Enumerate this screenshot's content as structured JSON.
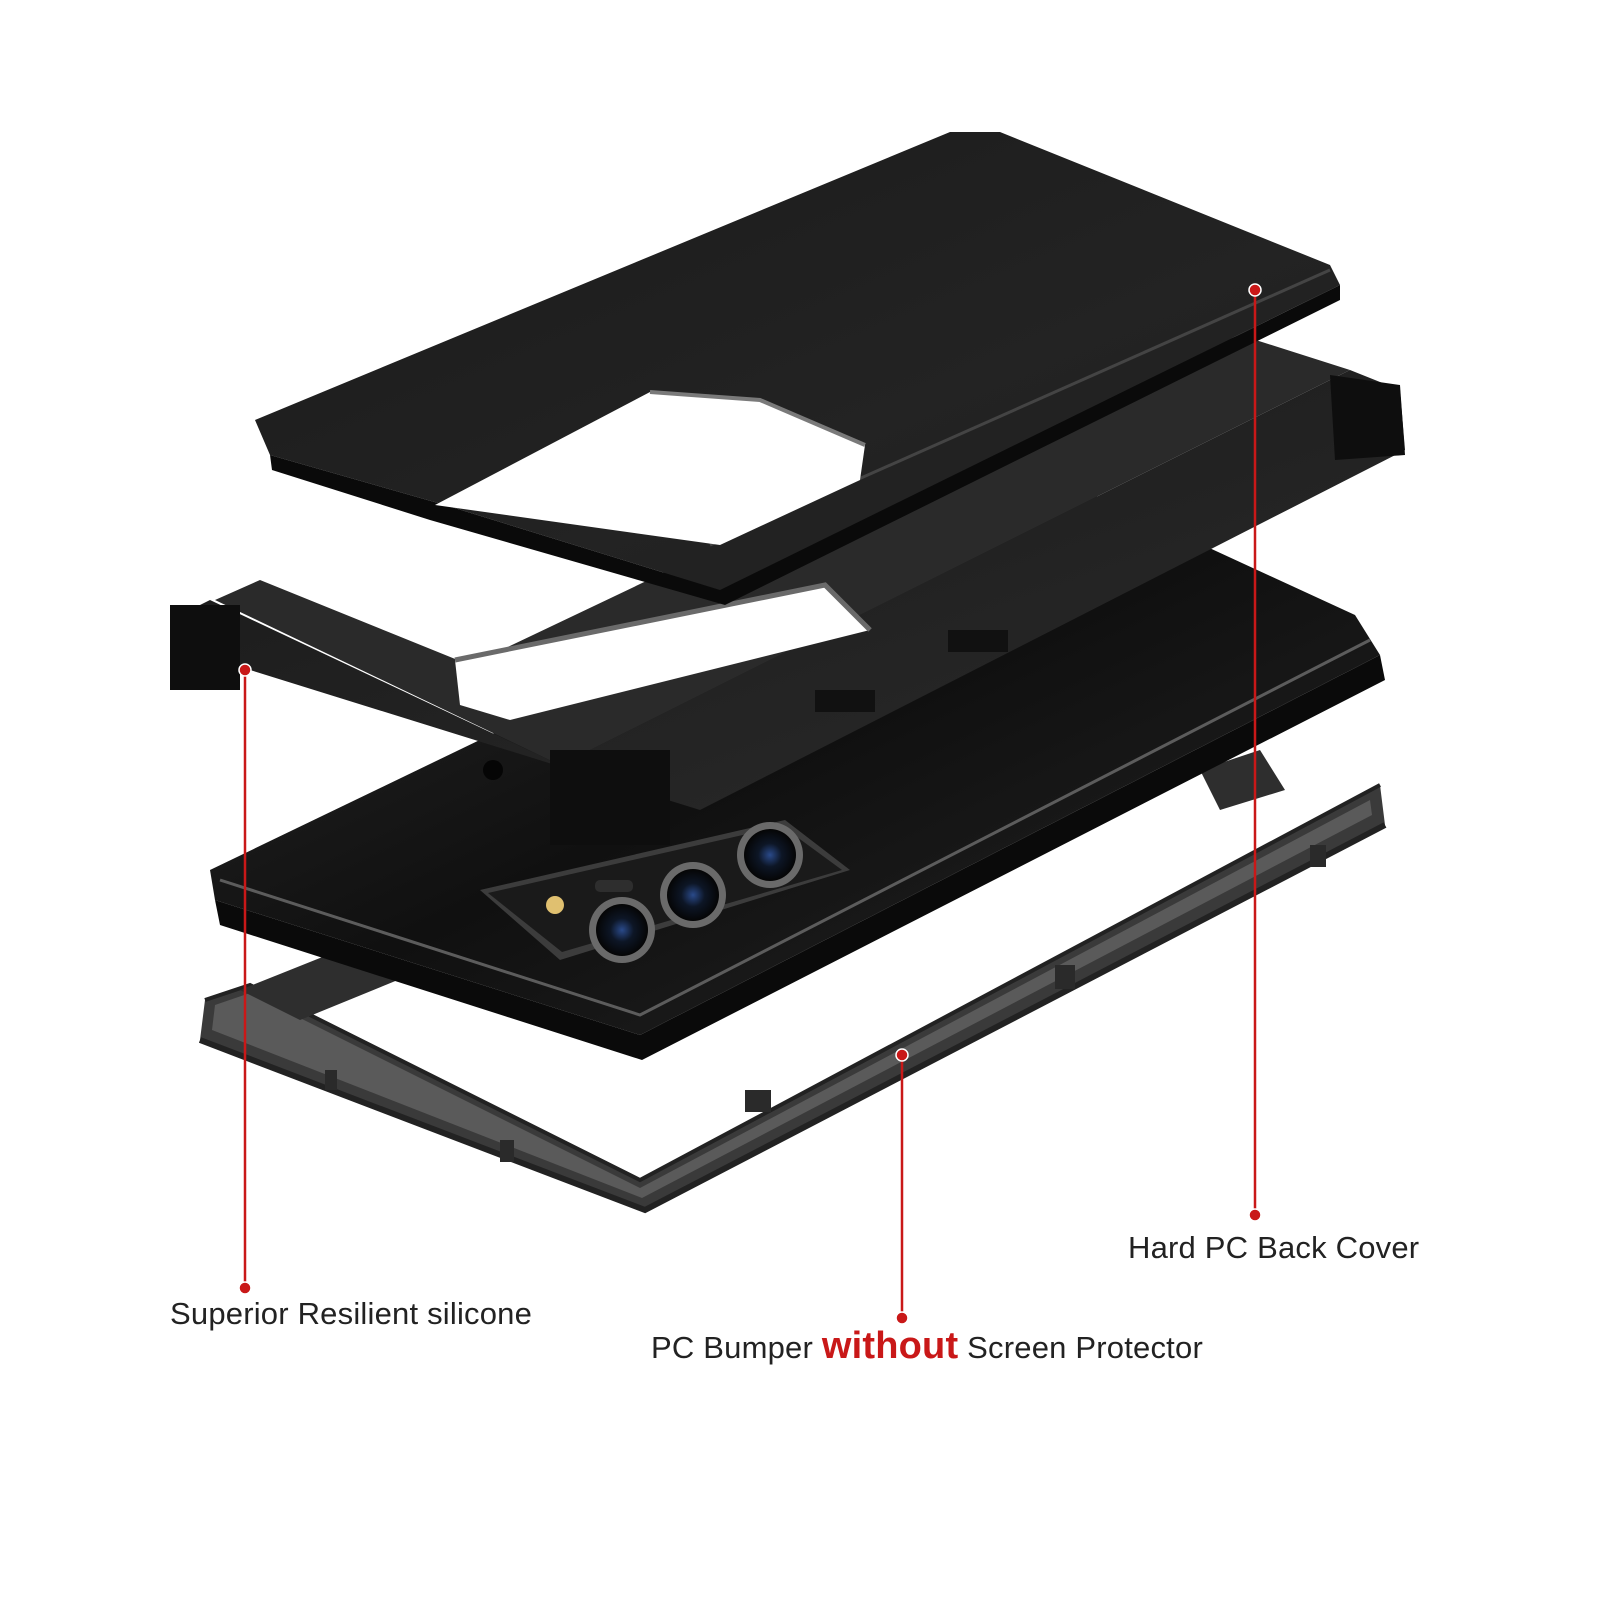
{
  "colors": {
    "background": "#ffffff",
    "leader_line": "#c91818",
    "label_text": "#222222",
    "highlight_text": "#c91818",
    "case_black": "#1c1c1c",
    "bumper_grey": "#3a3a3a"
  },
  "callouts": {
    "back_cover": {
      "label": "Hard PC Back Cover"
    },
    "silicone": {
      "label": "Superior Resilient silicone"
    },
    "bumper": {
      "prefix": "PC Bumper",
      "highlight": "without",
      "suffix": "Screen Protector"
    }
  }
}
